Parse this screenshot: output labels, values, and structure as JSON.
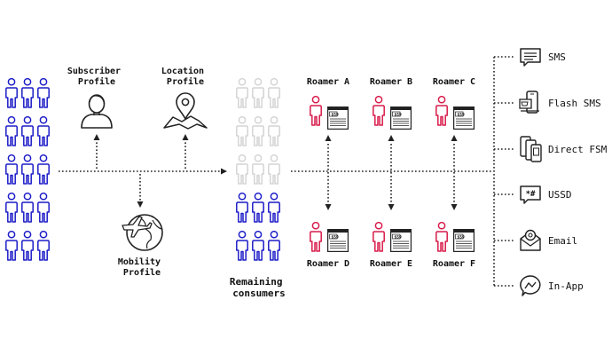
{
  "profiles": {
    "subscriber": [
      "Subscriber",
      "Profile"
    ],
    "location": [
      "Location",
      "Profile"
    ],
    "mobility": [
      "Mobility",
      "Profile"
    ]
  },
  "remaining": [
    "Remaining",
    "consumers"
  ],
  "roamers": [
    "Roamer A",
    "Roamer B",
    "Roamer C",
    "Roamer D",
    "Roamer E",
    "Roamer F"
  ],
  "offer_price": "$59",
  "channels": [
    {
      "label": "SMS",
      "icon": "sms-bubble-icon"
    },
    {
      "label": "Flash SMS",
      "icon": "phone-cart-icon"
    },
    {
      "label": "Direct FSM",
      "icon": "device-stack-icon"
    },
    {
      "label": "USSD",
      "icon": "ussd-bubble-icon"
    },
    {
      "label": "Email",
      "icon": "email-icon"
    },
    {
      "label": "In-App",
      "icon": "messenger-icon"
    }
  ],
  "colors": {
    "people_blue": "#1d1dc8",
    "people_faded": "#d4d4d4",
    "roamer_pink": "#d81b4a",
    "line": "#222222"
  }
}
